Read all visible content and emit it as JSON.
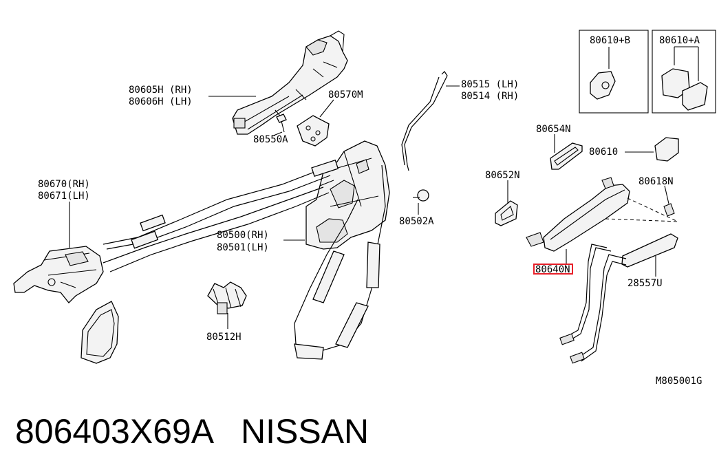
{
  "diagram": {
    "labels": {
      "p80605": "80605H (RH)",
      "p80606": "80606H (LH)",
      "p80570": "80570M",
      "p80550": "80550A",
      "p80515": "80515 (LH)",
      "p80514": "80514 (RH)",
      "p80610b": "80610+B",
      "p80610a": "80610+A",
      "p80654": "80654N",
      "p80610": "80610",
      "p80652": "80652N",
      "p80618": "80618N",
      "p80670": "80670(RH)",
      "p80671": "80671(LH)",
      "p80500": "80500(RH)",
      "p80501": "80501(LH)",
      "p80502": "80502A",
      "p80640": "80640N",
      "p28557": "28557U",
      "p80512": "80512H",
      "ref": "M805001G"
    },
    "highlight_part": "80640N",
    "highlight_color": "#e8202a"
  },
  "footer": {
    "part_number": "806403X69A",
    "brand": "NISSAN"
  }
}
